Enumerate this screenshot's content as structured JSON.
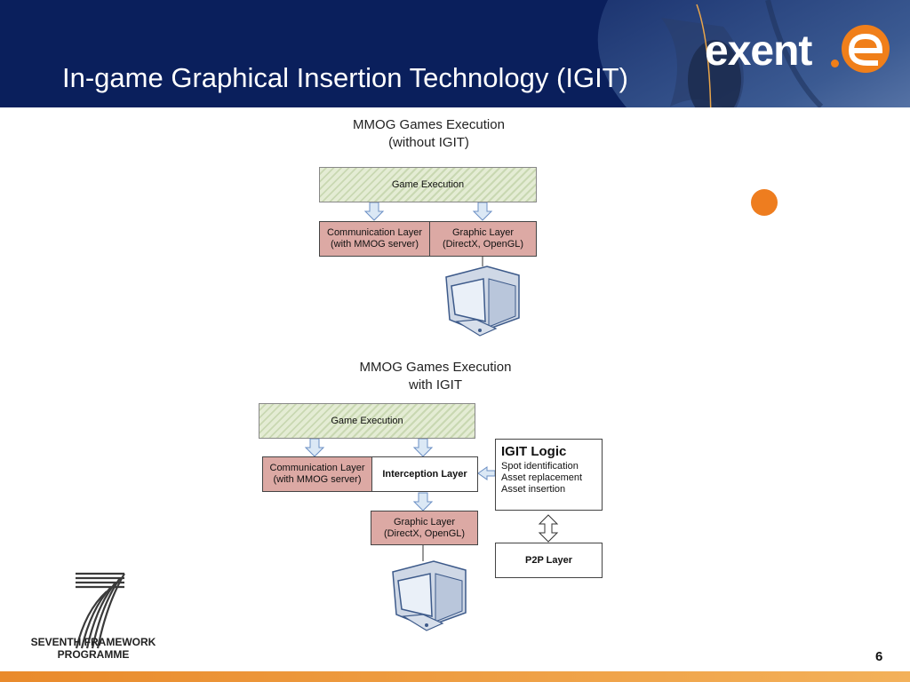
{
  "slide": {
    "title": "In-game Graphical Insertion Technology (IGIT)",
    "page_number": "6",
    "brand": {
      "name": "exent",
      "accent": "#f07f1a",
      "header_bg": "#0a1f5c"
    }
  },
  "diagram_top": {
    "heading_line1": "MMOG Games Execution",
    "heading_line2": "(without IGIT)",
    "game_execution": "Game Execution",
    "comm_line1": "Communication Layer",
    "comm_line2": "(with MMOG server)",
    "graphic_line1": "Graphic Layer",
    "graphic_line2": "(DirectX, OpenGL)"
  },
  "diagram_bottom": {
    "heading_line1": "MMOG Games Execution",
    "heading_line2": "with IGIT",
    "game_execution": "Game Execution",
    "comm_line1": "Communication Layer",
    "comm_line2": "(with MMOG server)",
    "interception": "Interception Layer",
    "graphic_line1": "Graphic Layer",
    "graphic_line2": "(DirectX, OpenGL)",
    "igit_logic": {
      "title": "IGIT Logic",
      "items": [
        "Spot identification",
        "Asset replacement",
        "Asset insertion"
      ]
    },
    "p2p": "P2P Layer"
  },
  "footer_logo": {
    "line1": "SEVENTH FRAMEWORK",
    "line2": "PROGRAMME"
  },
  "colors": {
    "layer_fill": "#dca9a4",
    "hatch_fill": "#e4ecd4",
    "arrow_fill": "#dbe8f5",
    "arrow_stroke": "#6b8fc4",
    "footer_bar": "#e98a2b"
  }
}
